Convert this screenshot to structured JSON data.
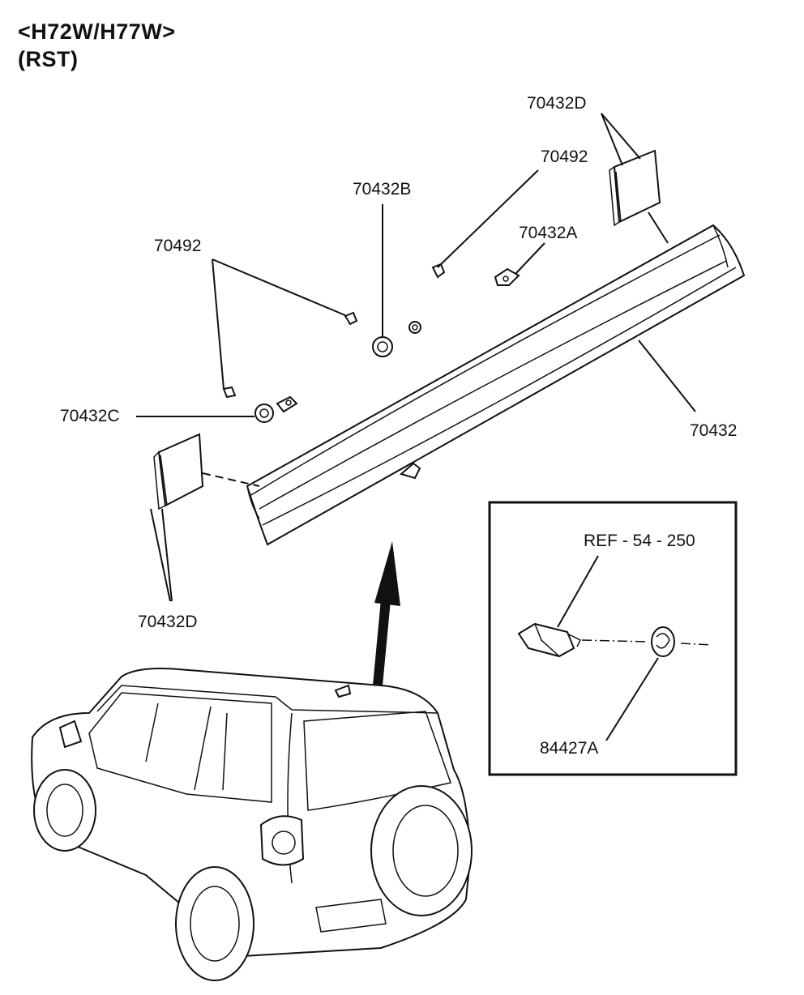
{
  "header": {
    "model_codes": "<H72W/H77W>",
    "variant": "(RST)"
  },
  "labels": {
    "pad_top_right": "70432D",
    "clip_top": "70492",
    "grommet_top": "70432B",
    "clip_left": "70492",
    "bracket_a": "70432A",
    "grommet_left": "70432C",
    "spoiler": "70432",
    "pad_bottom_left": "70432D"
  },
  "detail_box": {
    "ref_label": "REF - 54 - 250",
    "part_label": "84427A"
  }
}
